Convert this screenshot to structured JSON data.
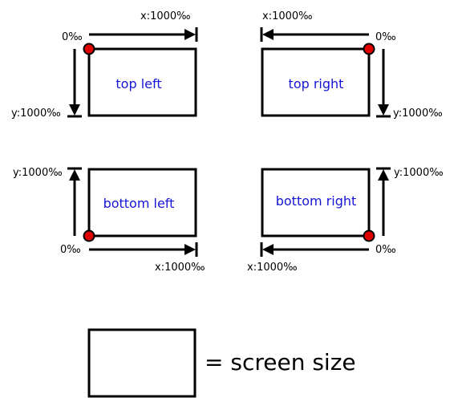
{
  "quadrants": {
    "top_left": {
      "label": "top left",
      "origin": "0‰",
      "x_label": "x:1000‰",
      "y_label": "y:1000‰"
    },
    "top_right": {
      "label": "top right",
      "origin": "0‰",
      "x_label": "x:1000‰",
      "y_label": "y:1000‰"
    },
    "bottom_left": {
      "label": "bottom left",
      "origin": "0‰",
      "x_label": "x:1000‰",
      "y_label": "y:1000‰"
    },
    "bottom_right": {
      "label": "bottom right",
      "origin": "0‰",
      "x_label": "x:1000‰",
      "y_label": "y:1000‰"
    }
  },
  "legend": {
    "text": "= screen size"
  },
  "colors": {
    "origin_dot": "#e00000",
    "quadrant_text": "#1515d8",
    "stroke": "#000000"
  }
}
